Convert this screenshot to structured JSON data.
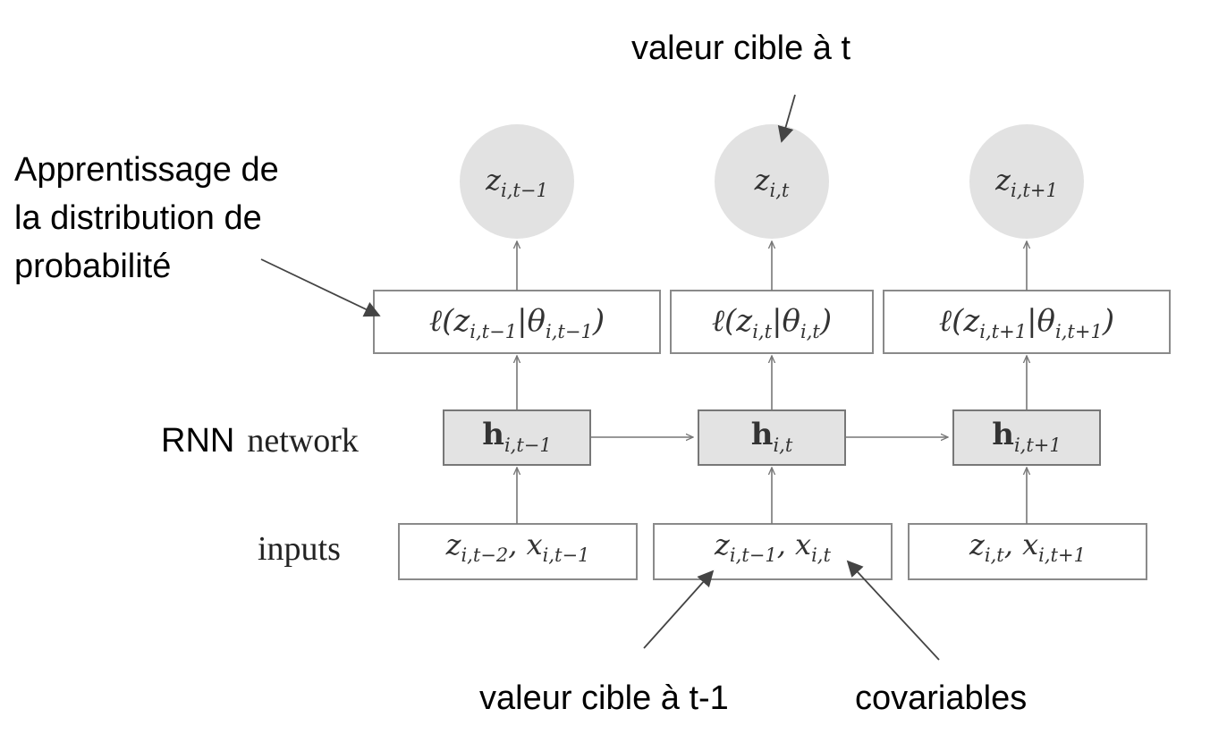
{
  "annotations": {
    "target_t": "valeur cible à t",
    "distribution": [
      "Apprentissage de",
      "la distribution de",
      "probabilité"
    ],
    "rnn_prefix": "RNN",
    "target_t_minus_1": "valeur cible à t-1",
    "covariates": "covariables"
  },
  "row_labels": {
    "network": "network",
    "inputs": "inputs"
  },
  "columns": [
    {
      "output": {
        "base": "z",
        "sub": "i,t−1"
      },
      "likelihood": {
        "pre": "ℓ(",
        "z": "z",
        "zsub": "i,t−1",
        "bar": "|",
        "theta": "θ",
        "tsub": "i,t−1",
        "post": ")"
      },
      "hidden": {
        "base": "h",
        "sub": "i,t−1"
      },
      "input": {
        "z": "z",
        "zsub": "i,t−2",
        "sep": ", ",
        "x": "x",
        "xsub": "i,t−1"
      }
    },
    {
      "output": {
        "base": "z",
        "sub": "i,t"
      },
      "likelihood": {
        "pre": "ℓ(",
        "z": "z",
        "zsub": "i,t",
        "bar": "|",
        "theta": "θ",
        "tsub": "i,t",
        "post": ")"
      },
      "hidden": {
        "base": "h",
        "sub": "i,t"
      },
      "input": {
        "z": "z",
        "zsub": "i,t−1",
        "sep": ", ",
        "x": "x",
        "xsub": "i,t"
      }
    },
    {
      "output": {
        "base": "z",
        "sub": "i,t+1"
      },
      "likelihood": {
        "pre": "ℓ(",
        "z": "z",
        "zsub": "i,t+1",
        "bar": "|",
        "theta": "θ",
        "tsub": "i,t+1",
        "post": ")"
      },
      "hidden": {
        "base": "h",
        "sub": "i,t+1"
      },
      "input": {
        "z": "z",
        "zsub": "i,t",
        "sep": ", ",
        "x": "x",
        "xsub": "i,t+1"
      }
    }
  ]
}
